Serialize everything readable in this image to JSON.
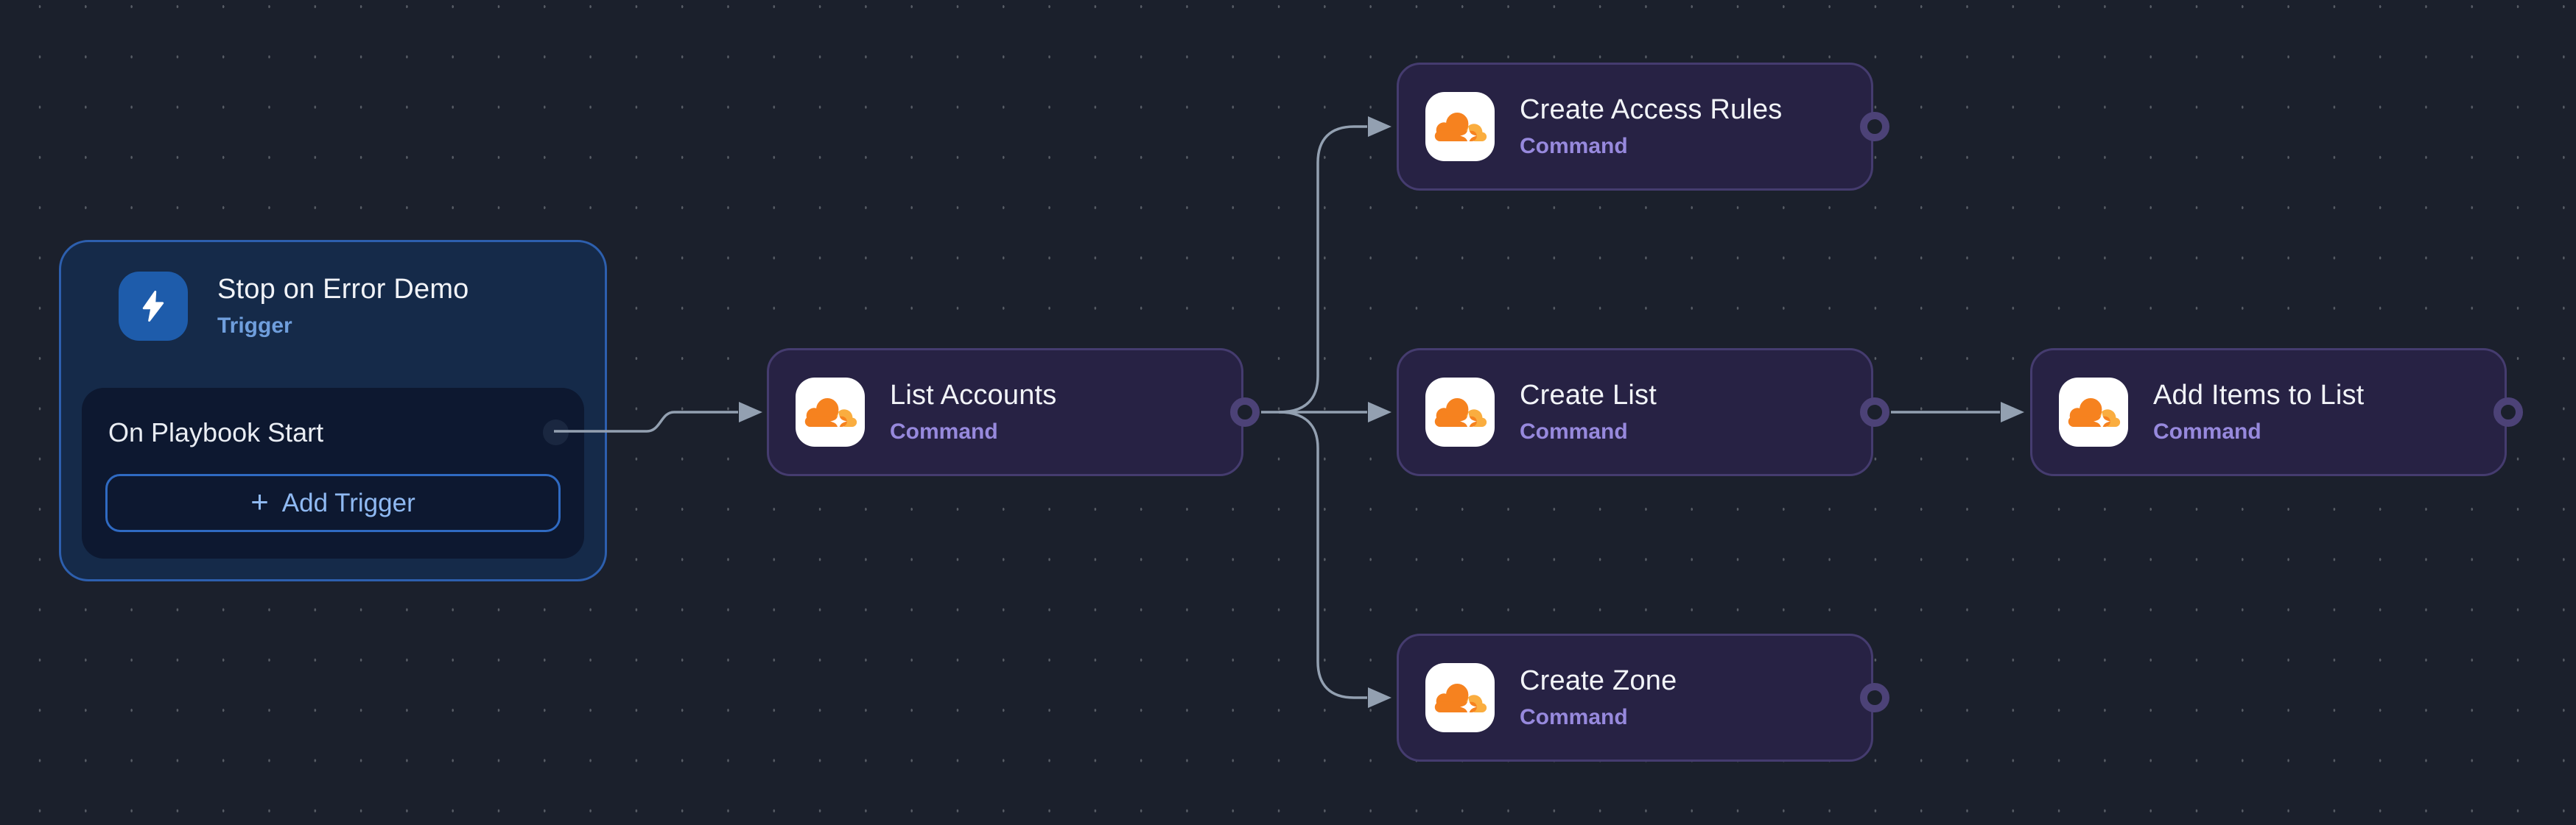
{
  "app": {
    "view": "playbook-workflow-canvas"
  },
  "colors": {
    "canvas_bg": "#1b202c",
    "grid_dot": "#585d66",
    "connection_line": "#93a0b1",
    "trigger_node_bg": "#152a49",
    "trigger_node_border": "#2d5fae",
    "trigger_icon_bg": "#1e5cab",
    "trigger_type_text": "#6f9edc",
    "trigger_panel_bg": "#0d1830",
    "add_trigger_border": "#2f6ac2",
    "add_trigger_text": "#8fb9f2",
    "command_node_bg": "#272244",
    "command_node_border": "#453c6f",
    "command_type_text": "#9789dd",
    "output_port_ring": "#4c4277",
    "node_title_text": "#f2f4f8",
    "cloudflare_orange": "#F6821F",
    "cloudflare_light_orange": "#FAAD3F"
  },
  "icons": {
    "trigger_icon": "lightning-bolt-icon",
    "command_icon": "cloudflare-icon",
    "add_icon": "plus-icon"
  },
  "trigger_node": {
    "title": "Stop on Error Demo",
    "type_label": "Trigger",
    "event_label": "On Playbook Start",
    "add_trigger_plus": "+",
    "add_trigger_label": "Add Trigger"
  },
  "command_nodes": {
    "list_accounts": {
      "title": "List Accounts",
      "type_label": "Command"
    },
    "create_access_rules": {
      "title": "Create Access Rules",
      "type_label": "Command"
    },
    "create_list": {
      "title": "Create List",
      "type_label": "Command"
    },
    "create_zone": {
      "title": "Create Zone",
      "type_label": "Command"
    },
    "add_items_to_list": {
      "title": "Add Items to List",
      "type_label": "Command"
    }
  }
}
